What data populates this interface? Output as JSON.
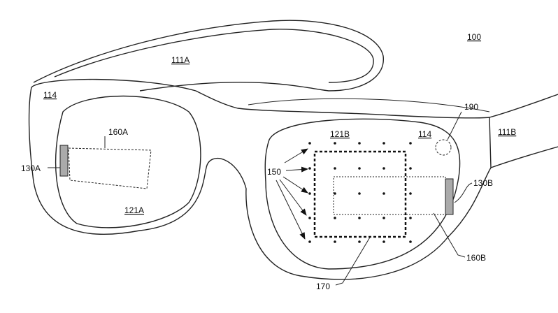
{
  "figure_label": "100",
  "labels": {
    "temple_left": "111A",
    "temple_right": "111B",
    "frame_left": "114",
    "frame_right": "114",
    "lens_left": "121A",
    "lens_right": "121B",
    "display_left": "160A",
    "display_right": "160B",
    "projector_left": "130A",
    "projector_right": "130B",
    "dots": "150",
    "sensor": "190",
    "region": "170"
  }
}
